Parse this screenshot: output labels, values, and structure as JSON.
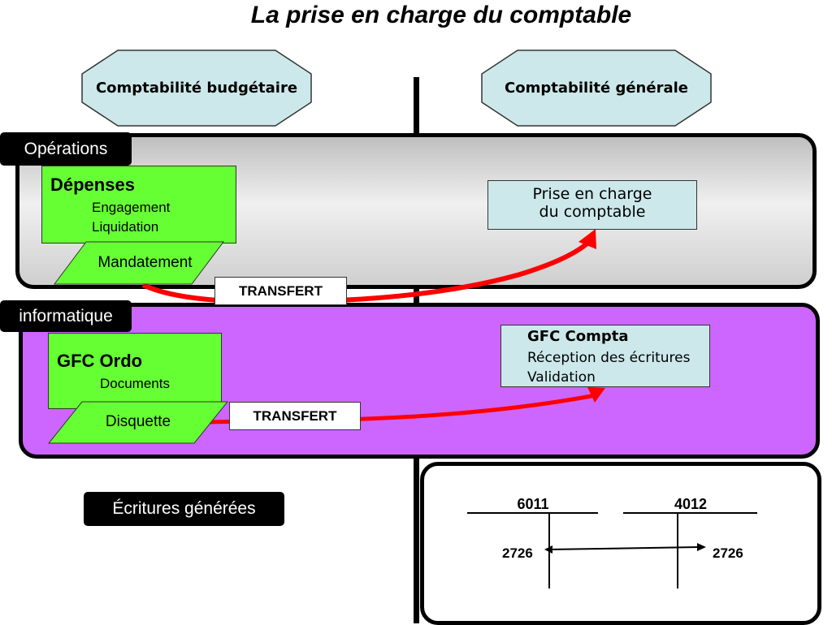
{
  "title": "La prise en charge du comptable",
  "headers": {
    "left": "Comptabilité budgétaire",
    "right": "Comptabilité générale"
  },
  "bands": {
    "operations": {
      "tag": "Opérations",
      "left": {
        "heading": "Dépenses",
        "lines": [
          "Engagement",
          "Liquidation"
        ],
        "parallelogram": "Mandatement"
      },
      "transfer": "TRANSFERT",
      "right": {
        "lines": [
          "Prise en charge",
          "du comptable"
        ]
      }
    },
    "informatique": {
      "tag": "informatique",
      "left": {
        "heading": "GFC Ordo",
        "lines": [
          "Documents"
        ],
        "parallelogram": "Disquette"
      },
      "transfer": "TRANSFERT",
      "right": {
        "heading": "GFC Compta",
        "lines": [
          "Réception des écritures",
          "Validation"
        ]
      }
    }
  },
  "entries": {
    "tag": "Écritures générées",
    "accounts": [
      {
        "number": "6011",
        "amount": "2726"
      },
      {
        "number": "4012",
        "amount": "2726"
      }
    ]
  },
  "colors": {
    "header_fill": "#cce8ea",
    "band_operations": "#d8d8d8",
    "band_informatique": "#cc66ff",
    "green_box": "#66ff33",
    "arrow": "#ff0000"
  }
}
